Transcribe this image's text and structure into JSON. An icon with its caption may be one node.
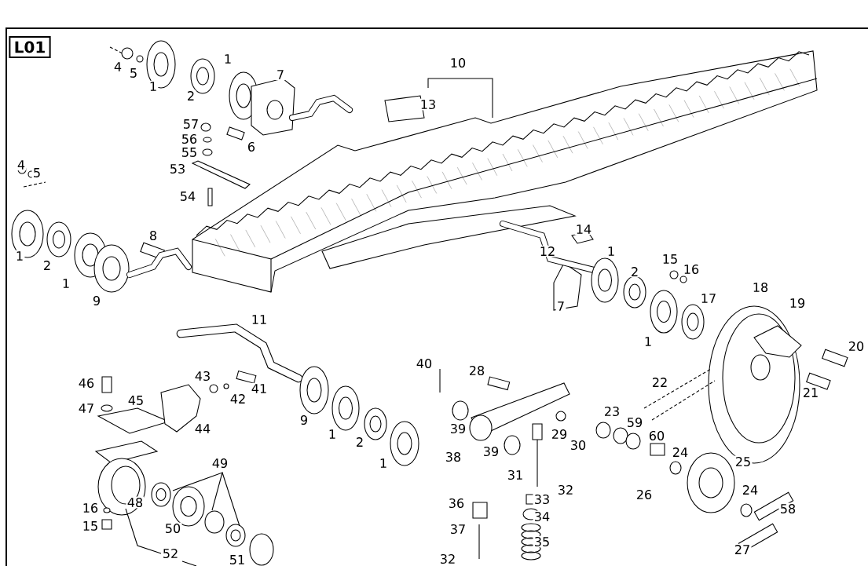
{
  "diagram": {
    "labels": [
      "L01",
      "10",
      "4",
      "5",
      "1",
      "1",
      "7",
      "2",
      "13",
      "57",
      "56",
      "6",
      "55",
      "4",
      "5",
      "53",
      "54",
      "14",
      "8",
      "12",
      "1",
      "2",
      "15",
      "16",
      "1",
      "2",
      "1",
      "18",
      "9",
      "7",
      "17",
      "19",
      "11",
      "1",
      "20",
      "40",
      "28",
      "46",
      "22",
      "21",
      "43",
      "41",
      "47",
      "45",
      "42",
      "23",
      "9",
      "59",
      "44",
      "29",
      "39",
      "1",
      "60",
      "2",
      "49",
      "1",
      "38",
      "39",
      "30",
      "24",
      "25",
      "31",
      "26",
      "24",
      "16",
      "48",
      "32",
      "36",
      "33",
      "58",
      "34",
      "15",
      "50",
      "37",
      "35",
      "27",
      "52",
      "51",
      "32"
    ]
  }
}
